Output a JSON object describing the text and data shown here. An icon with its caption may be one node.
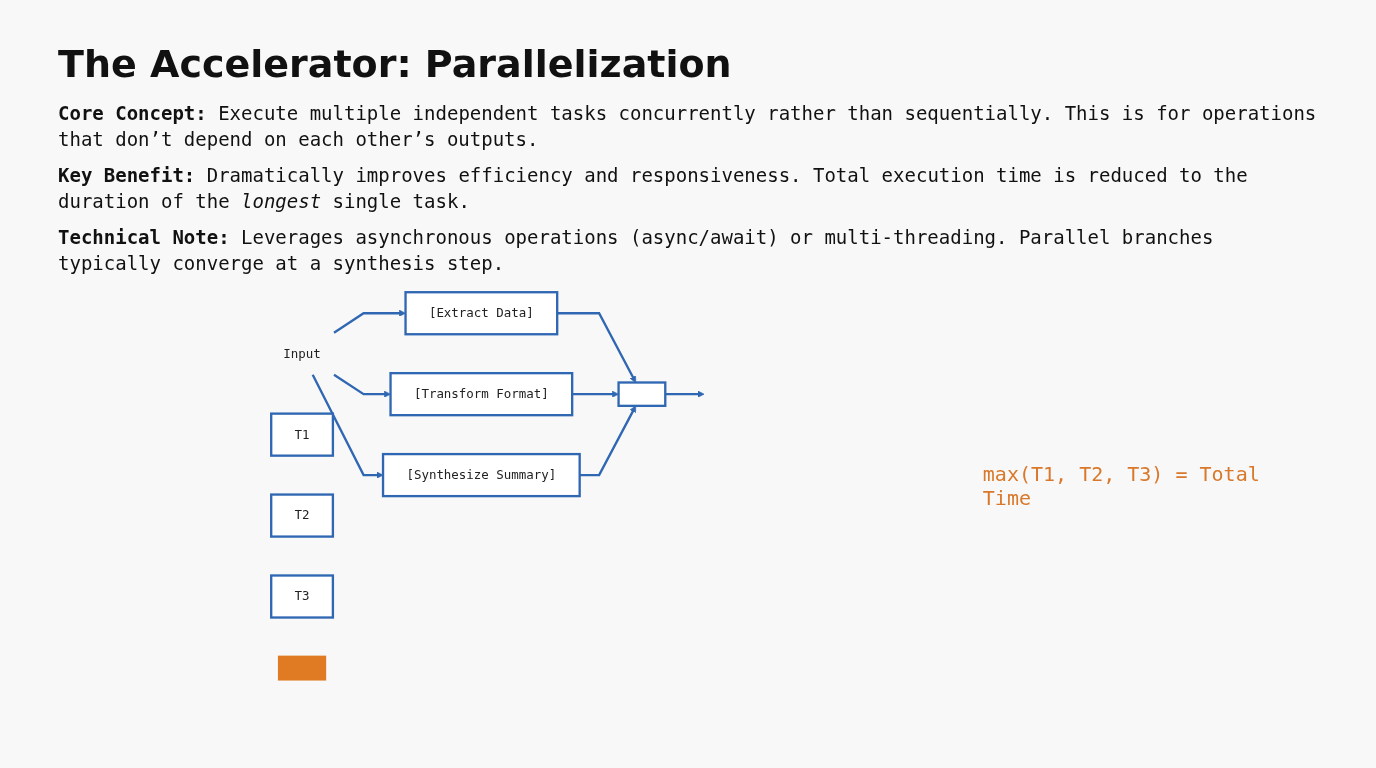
{
  "diagram": {
    "title": "The Accelerator: Parallelization",
    "nodes": [
      {
        "text": [
          "Input"
        ]
      },
      {
        "text": [
          "[Extract Data]"
        ]
      },
      {
        "text": [
          "[Transform Format]"
        ]
      },
      {
        "text": [
          "[Synthesize Summary]"
        ]
      },
      {
        "text": [],
        "shape": "box"
      },
      {
        "text": [
          "T1"
        ]
      },
      {
        "text": [
          "T2"
        ]
      },
      {
        "text": [
          "T3"
        ]
      },
      {
        "text": [],
        "shape": "bar"
      }
    ],
    "edges": [
      {
        "from": 0,
        "to": 1,
        "arrow": "to"
      },
      {
        "from": 0,
        "to": 2,
        "arrow": "to"
      },
      {
        "from": 0,
        "to": 3,
        "arrow": "to"
      },
      {
        "from": 1,
        "to": 4,
        "arrow": "to"
      },
      {
        "from": 2,
        "to": 4,
        "arrow": "to"
      },
      {
        "from": 3,
        "to": 4,
        "arrow": "to"
      },
      {
        "from": 4,
        "to": null,
        "arrow": "to"
      }
    ],
    "labels": [
      "**Core Concept:** Execute multiple independent tasks concurrently rather than sequentially. This is for operations that don’t depend on each other’s outputs.",
      "**Key Benefit:** Dramatically improves efficiency and responsiveness. Total execution time is reduced to the duration of the *longest* single task.",
      "**Technical Note:** Leverages asynchronous operations (async/await) or multi-threading. Parallel branches typically converge at a synthesis step.",
      "max(T1, T2, T3) = Total Time"
    ]
  }
}
